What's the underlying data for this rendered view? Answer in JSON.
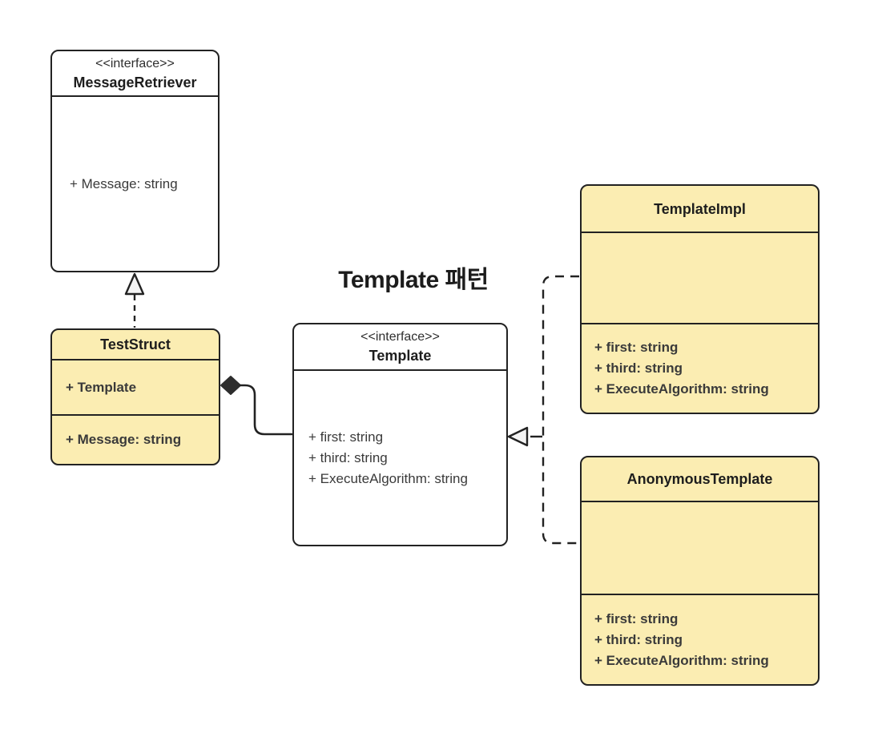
{
  "diagram": {
    "title": "Template 패턴",
    "colors": {
      "concrete_class_fill": "#FBEDB2",
      "interface_fill": "#FFFFFF",
      "stroke": "#222222",
      "name_text": "#1D1D1D",
      "attribute_text": "#3A3A3A",
      "arrowhead_fill": "#F4F4F4",
      "diamond_fill": "#2D2D2D"
    },
    "classes": {
      "message_retriever": {
        "stereotype": "<<interface>>",
        "name": "MessageRetriever",
        "attributes": [
          "+ Message: string"
        ]
      },
      "test_struct": {
        "name": "TestStruct",
        "fields": [
          "+ Template"
        ],
        "methods": [
          "+ Message: string"
        ]
      },
      "template": {
        "stereotype": "<<interface>>",
        "name": "Template",
        "attributes": [
          "+ first: string",
          "+ third: string",
          "+ ExecuteAlgorithm: string"
        ]
      },
      "template_impl": {
        "name": "TemplateImpl",
        "attributes": [
          "+ first: string",
          "+ third: string",
          "+ ExecuteAlgorithm: string"
        ]
      },
      "anonymous_template": {
        "name": "AnonymousTemplate",
        "attributes": [
          "+ first: string",
          "+ third: string",
          "+ ExecuteAlgorithm: string"
        ]
      }
    },
    "relationships": [
      {
        "from": "TestStruct",
        "to": "MessageRetriever",
        "type": "realization",
        "line": "dashed",
        "arrowhead": "hollow-triangle"
      },
      {
        "from": "TestStruct",
        "to": "Template",
        "type": "composition",
        "line": "solid",
        "arrowhead": "filled-diamond"
      },
      {
        "from": "TemplateImpl",
        "to": "Template",
        "type": "realization",
        "line": "dashed",
        "arrowhead": "hollow-triangle"
      },
      {
        "from": "AnonymousTemplate",
        "to": "Template",
        "type": "realization",
        "line": "dashed",
        "arrowhead": "hollow-triangle"
      }
    ]
  }
}
